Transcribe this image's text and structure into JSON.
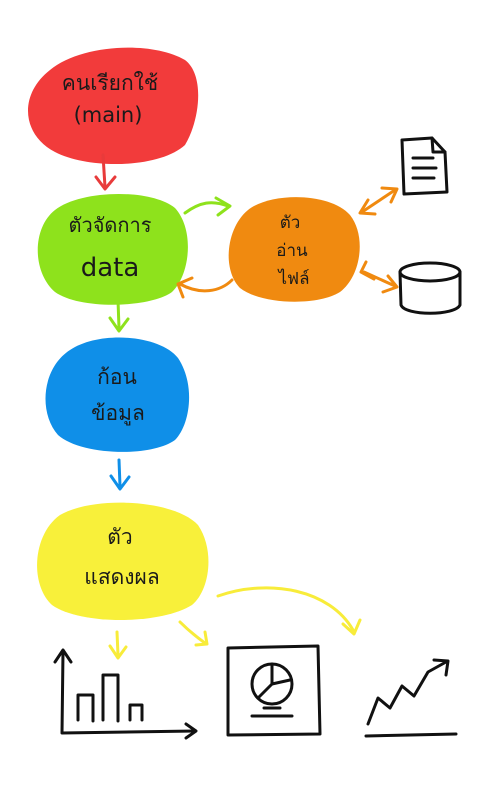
{
  "nodes": {
    "main": {
      "line1": "คนเรียกใช้",
      "line2": "(main)",
      "color": "#f23b3b"
    },
    "manager": {
      "line1": "ตัวจัดการ",
      "line2": "data",
      "color": "#8ee21c"
    },
    "reader": {
      "line1": "ตัว",
      "line2": "อ่าน",
      "line3": "ไฟล์",
      "color": "#f08a10"
    },
    "data": {
      "line1": "ก้อน",
      "line2": "ข้อมูล",
      "color": "#0f8fe8"
    },
    "display": {
      "line1": "ตัว",
      "line2": "แสดงผล",
      "color": "#f8f03a"
    }
  },
  "icons": [
    "document-icon",
    "database-icon",
    "bar-chart-icon",
    "pie-chart-screen-icon",
    "line-chart-icon"
  ],
  "arrow_colors": {
    "main_to_manager": "#e83b3b",
    "manager_reader": "#8ee21c",
    "reader_manager": "#f08a10",
    "reader_files": "#f08a10",
    "manager_to_data": "#8ee21c",
    "data_to_display": "#0f8fe8",
    "display_outputs": "#f8ec3a"
  }
}
